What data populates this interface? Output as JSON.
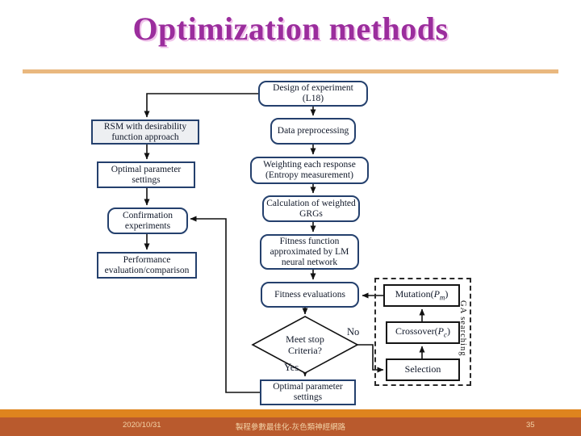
{
  "slide": {
    "title": "Optimization methods"
  },
  "theme": {
    "title_color": "#9b2d9d",
    "title_shadow": "#f0c3ea",
    "rule_color": "#e9b87f",
    "box_border": "#24406d",
    "ga_border": "#141414",
    "line_color": "#111111",
    "footer_stripe": "#de841e",
    "footer_band": "#b95a2d",
    "footer_text": "#f2d3a7"
  },
  "flowchart": {
    "nodes": {
      "design": {
        "label": "Design of experiment (L18)"
      },
      "rsm": {
        "label": "RSM with desirability function approach"
      },
      "data_preprocessing": {
        "label": "Data preprocessing"
      },
      "optimal_left": {
        "label": "Optimal parameter settings"
      },
      "weighting": {
        "label": "Weighting each response (Entropy measurement)"
      },
      "confirmation": {
        "label": "Confirmation experiments"
      },
      "calculation": {
        "label": "Calculation of weighted GRGs"
      },
      "performance": {
        "label": "Performance evaluation/comparison"
      },
      "fitness_function": {
        "label": "Fitness function approximated by LM neural network"
      },
      "fitness_evaluations": {
        "label": "Fitness evaluations"
      },
      "decision": {
        "label": "Meet stop Criteria?"
      },
      "optimal_bottom": {
        "label": "Optimal parameter settings"
      },
      "mutation": {
        "pre": "Mutation(",
        "var": "P",
        "sub": "m",
        "post": ")"
      },
      "crossover": {
        "pre": "Crossover(",
        "var": "P",
        "sub": "c",
        "post": ")"
      },
      "selection": {
        "label": "Selection"
      },
      "ga_group": {
        "label": "GA searching"
      }
    },
    "edges": {
      "no_label": "No",
      "yes_label": "Yes"
    }
  },
  "footer": {
    "date": "2020/10/31",
    "course": "製程參數最佳化-灰色類神經網路",
    "page": "35"
  }
}
